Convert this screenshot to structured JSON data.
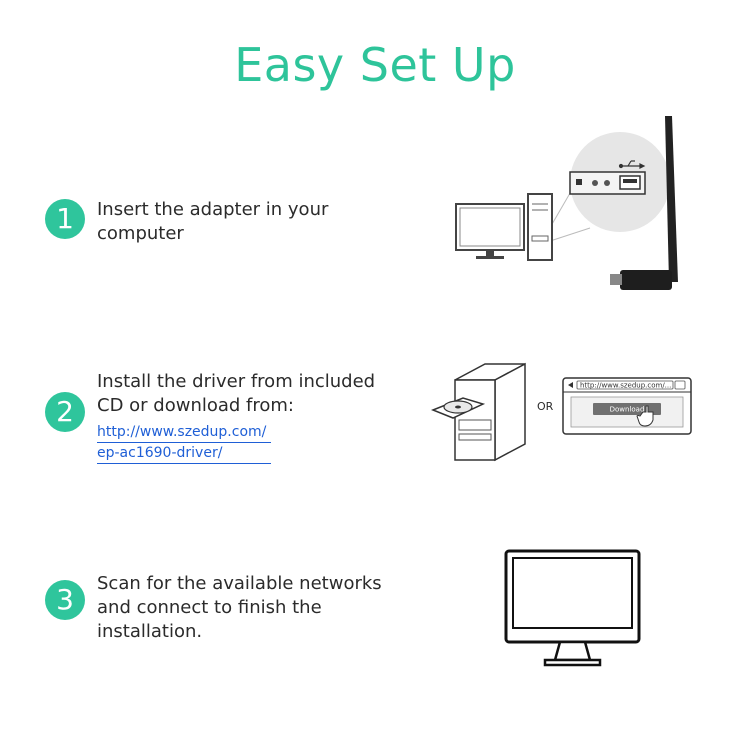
{
  "title": "Easy Set Up",
  "steps": [
    {
      "number": "1",
      "lines": [
        "Insert the adapter in your",
        "computer"
      ]
    },
    {
      "number": "2",
      "lines": [
        "Install the driver from included",
        "CD or download from:"
      ],
      "links": [
        "http://www.szedup.com/",
        "ep-ac1690-driver/"
      ]
    },
    {
      "number": "3",
      "lines": [
        "Scan for the available networks",
        "and connect to finish the",
        "installation."
      ]
    }
  ],
  "illustrations": {
    "or_label": "OR",
    "browser_url": "http://www.szedup.com/...",
    "download_button": "Download"
  },
  "colors": {
    "accent": "#2ec49a",
    "link": "#1f5fd6",
    "text": "#2b2b2b"
  }
}
